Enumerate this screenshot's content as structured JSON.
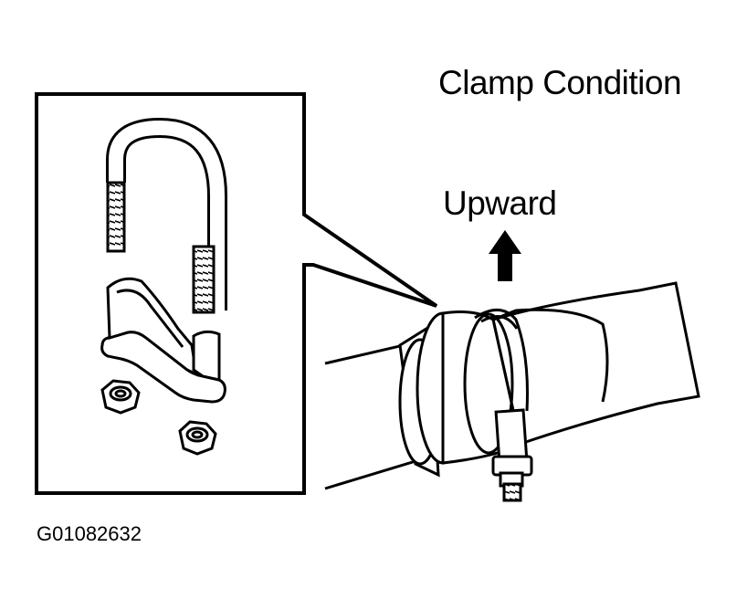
{
  "title": "Clamp Condition",
  "direction_label": "Upward",
  "figure_id": "G01082632",
  "colors": {
    "ink": "#000000",
    "background": "#ffffff"
  }
}
